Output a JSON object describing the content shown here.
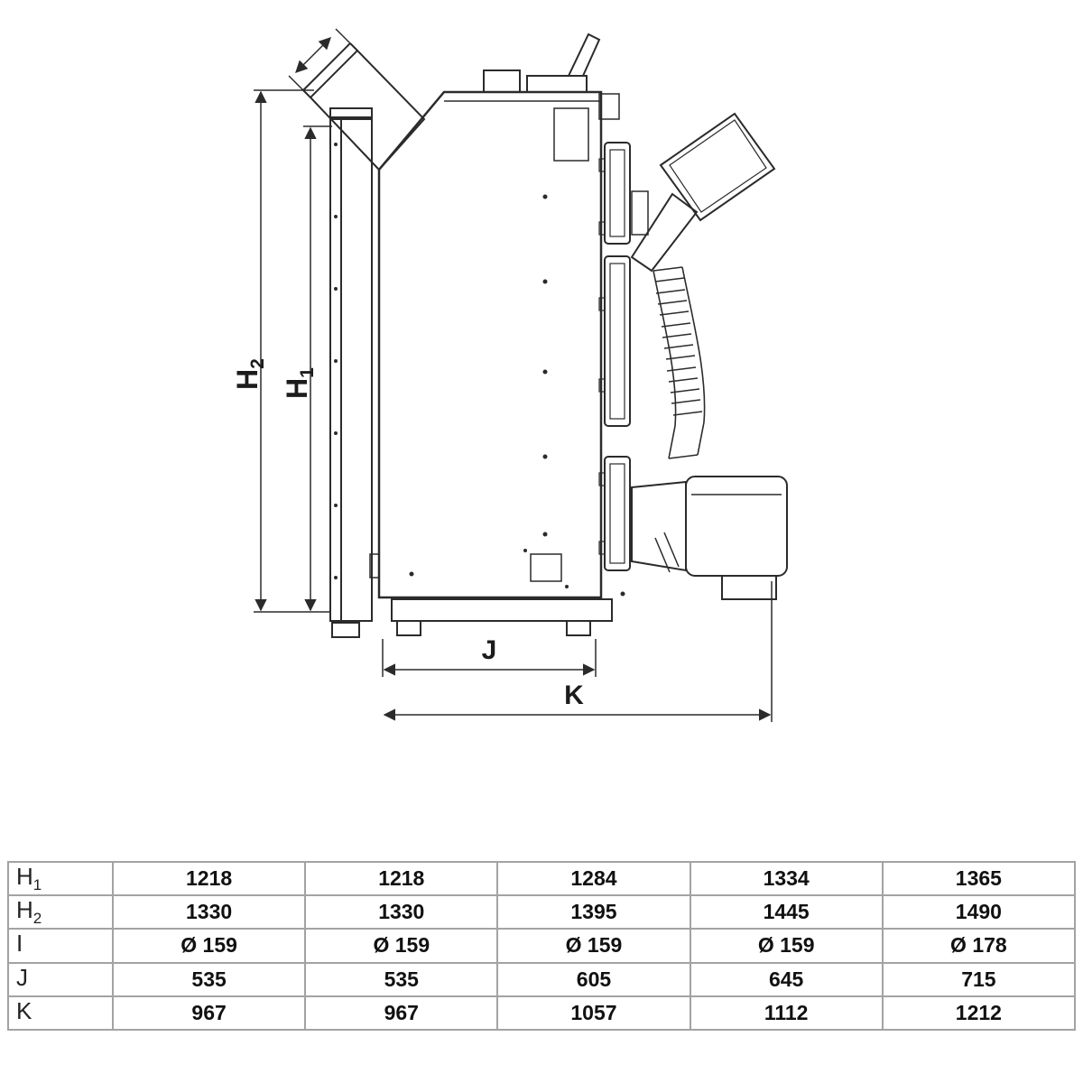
{
  "diagram": {
    "dim_h1": {
      "label": "H",
      "sub": "1"
    },
    "dim_h2": {
      "label": "H",
      "sub": "2"
    },
    "dim_j": {
      "label": "J"
    },
    "dim_k": {
      "label": "K"
    }
  },
  "table": {
    "rows": [
      {
        "label": "H",
        "sub": "1",
        "values": [
          "1218",
          "1218",
          "1284",
          "1334",
          "1365"
        ]
      },
      {
        "label": "H",
        "sub": "2",
        "values": [
          "1330",
          "1330",
          "1395",
          "1445",
          "1490"
        ]
      },
      {
        "label": "I",
        "sub": "",
        "values": [
          "Ø 159",
          "Ø 159",
          "Ø 159",
          "Ø 159",
          "Ø 178"
        ]
      },
      {
        "label": "J",
        "sub": "",
        "values": [
          "535",
          "535",
          "605",
          "645",
          "715"
        ]
      },
      {
        "label": "K",
        "sub": "",
        "values": [
          "967",
          "967",
          "1057",
          "1112",
          "1212"
        ]
      }
    ]
  }
}
